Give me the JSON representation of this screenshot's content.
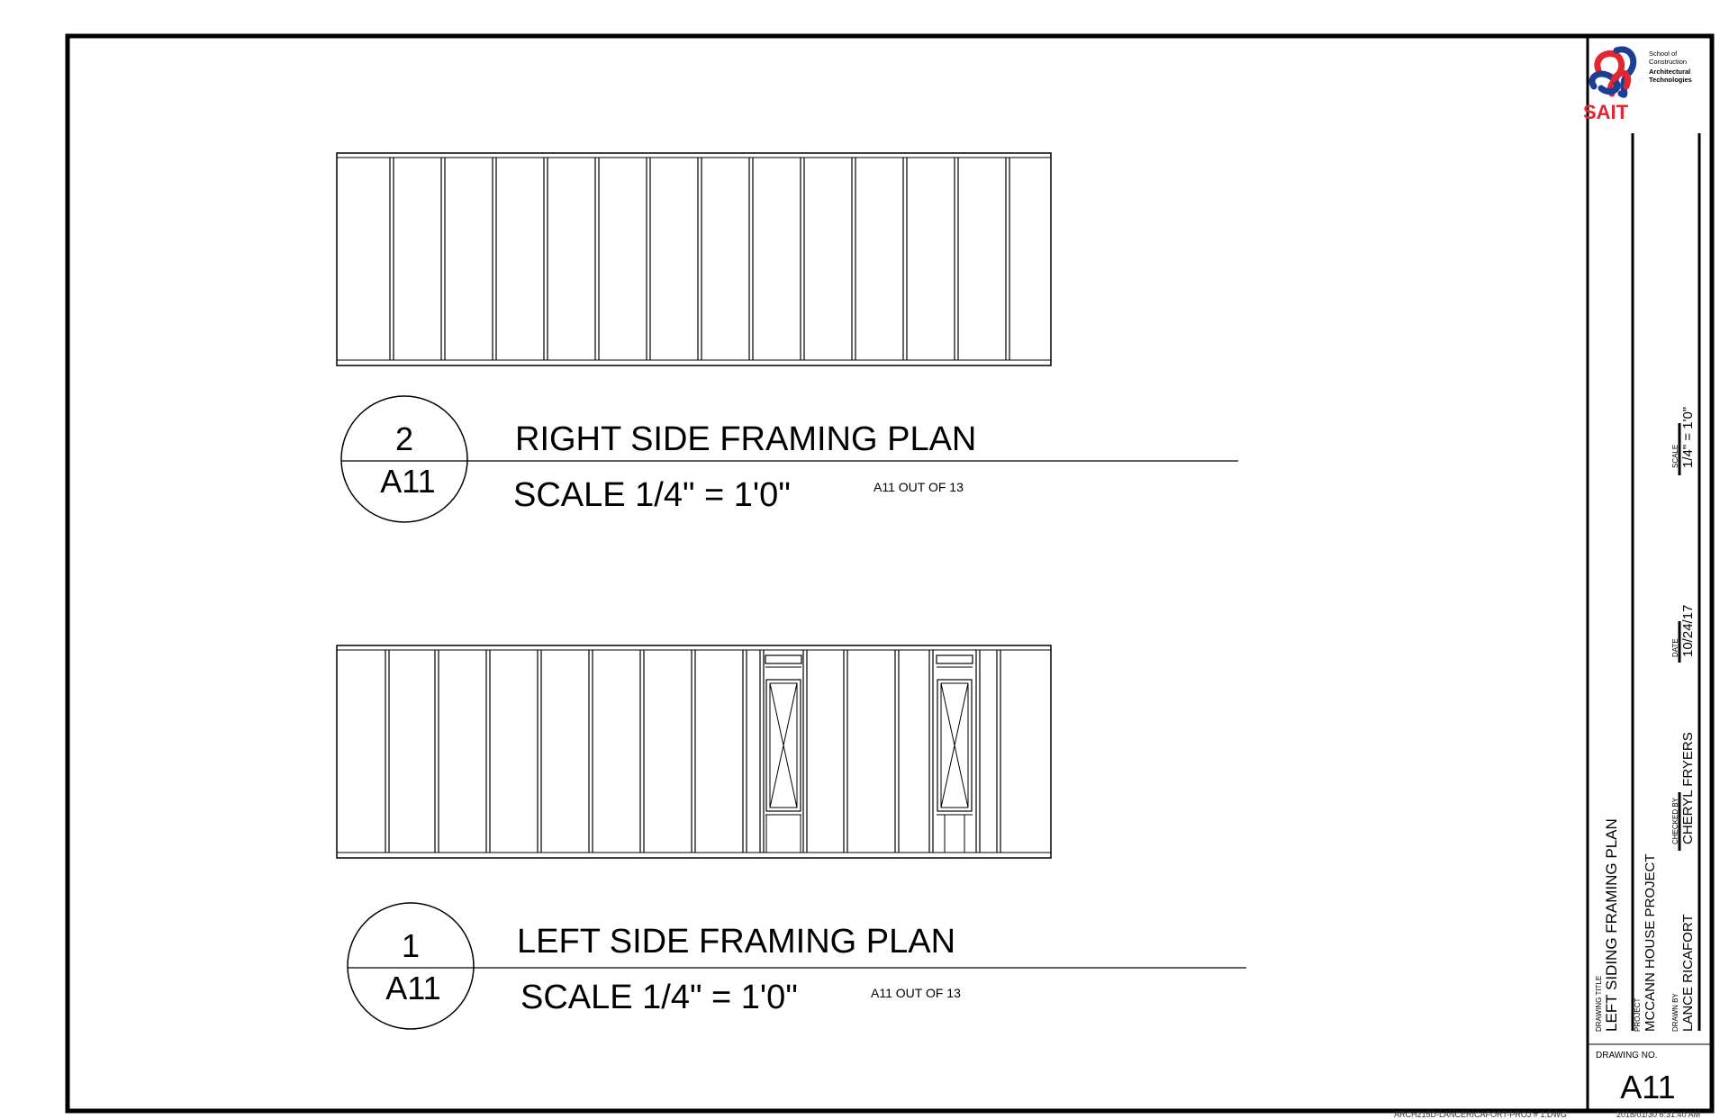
{
  "views": [
    {
      "number": "2",
      "sheet": "A11",
      "title": "RIGHT SIDE FRAMING PLAN",
      "scale": "SCALE 1/4\" = 1'0\"",
      "page_ref": "A11 OUT OF 13"
    },
    {
      "number": "1",
      "sheet": "A11",
      "title": "LEFT SIDE FRAMING PLAN",
      "scale": "SCALE 1/4\" = 1'0\"",
      "page_ref": "A11 OUT OF 13"
    }
  ],
  "title_block": {
    "logo": {
      "wordmark": "SAIT",
      "school_lines": [
        "School of",
        "Construction"
      ],
      "department_lines": [
        "Architectural",
        "Technologies"
      ]
    },
    "drawing_title_label": "DRAWING TITLE",
    "drawing_title": "LEFT SIDING FRAMING PLAN",
    "project_label": "PROJECT",
    "project": "MCCANN HOUSE PROJECT",
    "drawn_by_label": "DRAWN BY",
    "drawn_by": "LANCE RICAFORT",
    "checked_by_label": "CHECKED BY",
    "checked_by": "CHERYL FRYERS",
    "date_label": "DATE",
    "date": "10/24/17",
    "scale_label": "SCALE",
    "scale": "1/4\" = 1'0\"",
    "drawing_no_label": "DRAWING NO.",
    "drawing_no": "A11"
  },
  "footer": {
    "file": "ARCH215D-LANCERICAFORT-PROJ # 1.DWG",
    "timestamp": "2018/01/30 6:31:40 AM"
  },
  "colors": {
    "logo_red": "#e3262f",
    "logo_blue": "#1b3f94"
  }
}
